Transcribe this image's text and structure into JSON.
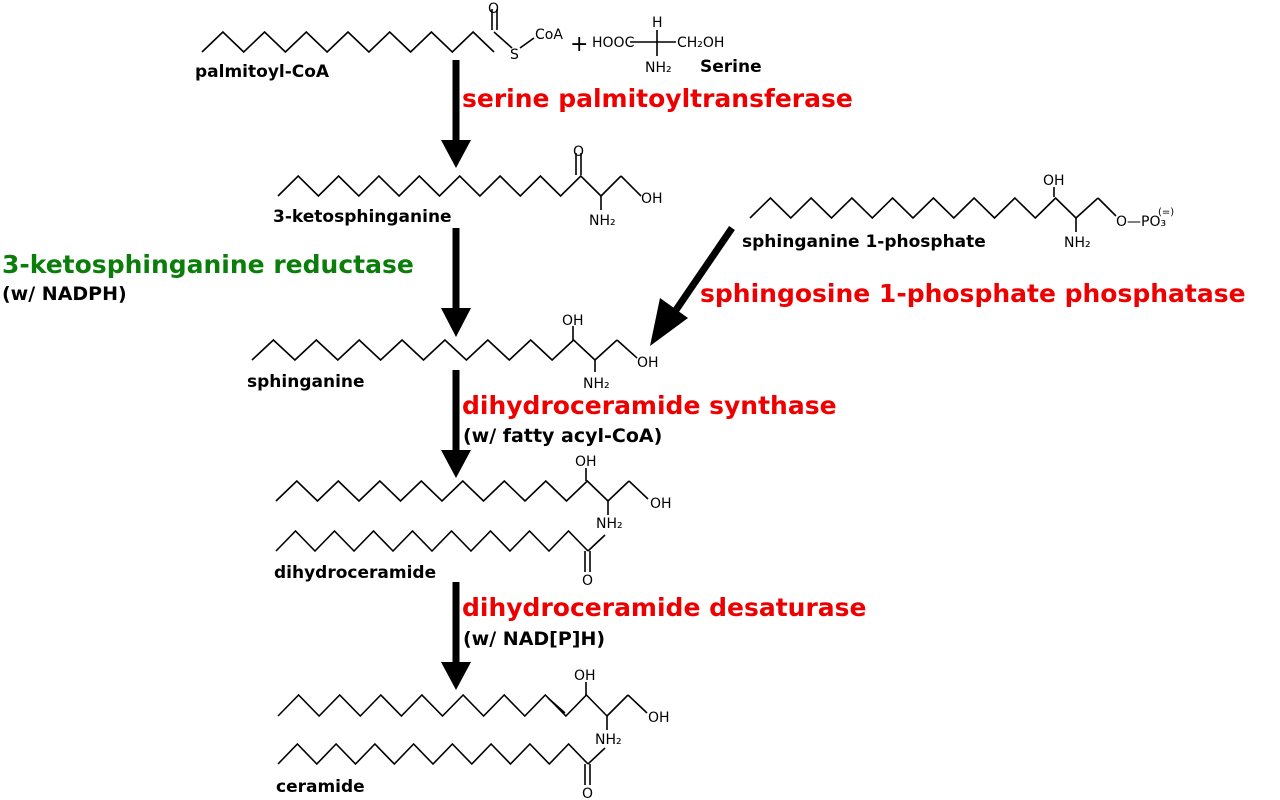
{
  "title": "Sphingolipid de novo biosynthesis pathway",
  "colors": {
    "enzyme_red": "#ee0000",
    "enzyme_green": "#0a7d0a",
    "text": "#000000"
  },
  "molecules": {
    "palmitoyl_coa": {
      "name": "palmitoyl-CoA",
      "atoms": {
        "o": "O",
        "s": "S",
        "coa": "CoA"
      }
    },
    "plus": "+",
    "serine": {
      "name": "Serine",
      "atoms": {
        "hooc": "HOOC",
        "h": "H",
        "ch2oh": "CH₂OH",
        "nh2": "NH₂"
      }
    },
    "ketosphinganine": {
      "name": "3-ketosphinganine",
      "atoms": {
        "o": "O",
        "oh": "OH",
        "nh2": "NH₂"
      }
    },
    "sphinganine_1_phosphate": {
      "name": "sphinganine 1-phosphate",
      "atoms": {
        "oh": "OH",
        "nh2": "NH₂",
        "opo3": "O—PO₃",
        "charge": "(=)"
      }
    },
    "sphinganine": {
      "name": "sphinganine",
      "atoms": {
        "oh_top": "OH",
        "oh_end": "OH",
        "nh2": "NH₂"
      }
    },
    "dihydroceramide": {
      "name": "dihydroceramide",
      "atoms": {
        "oh_top": "OH",
        "oh_end": "OH",
        "nh2": "NH₂",
        "o": "O"
      }
    },
    "ceramide": {
      "name": "ceramide",
      "atoms": {
        "oh_top": "OH",
        "oh_end": "OH",
        "nh2": "NH₂",
        "o": "O"
      }
    }
  },
  "enzymes": {
    "spt": {
      "name": "serine palmitoyltransferase"
    },
    "ksr": {
      "name": "3-ketosphinganine reductase",
      "cofactor": "(w/ NADPH)"
    },
    "s1pp": {
      "name": "sphingosine 1-phosphate phosphatase"
    },
    "cers": {
      "name": "dihydroceramide synthase",
      "cofactor": "(w/ fatty acyl-CoA)"
    },
    "des": {
      "name": "dihydroceramide desaturase",
      "cofactor": "(w/ NAD[P]H)"
    }
  }
}
